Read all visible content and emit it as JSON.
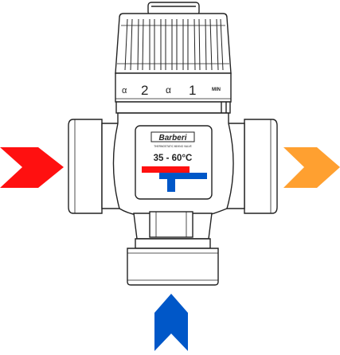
{
  "valve": {
    "brand": "Barberi",
    "brand_subtitle": "THERMOSTATIC MIXING VALVE",
    "temperature_range": "35 - 60°C",
    "dial": {
      "left_mark": "α",
      "setting_2": "2",
      "mid_mark": "α",
      "setting_1": "1",
      "min_label": "MIN"
    }
  },
  "flows": {
    "hot_inlet": {
      "label": "",
      "color": "#ff1010",
      "direction": "right"
    },
    "mixed_outlet": {
      "label": "",
      "color": "#ffa030",
      "direction": "right"
    },
    "cold_inlet": {
      "label": "",
      "color": "#0057c8",
      "direction": "up"
    }
  },
  "colors": {
    "outline": "#222222",
    "body_fill": "#ffffff",
    "hot": "#ff1010",
    "cold": "#0057c8",
    "mixed": "#ffa030"
  }
}
